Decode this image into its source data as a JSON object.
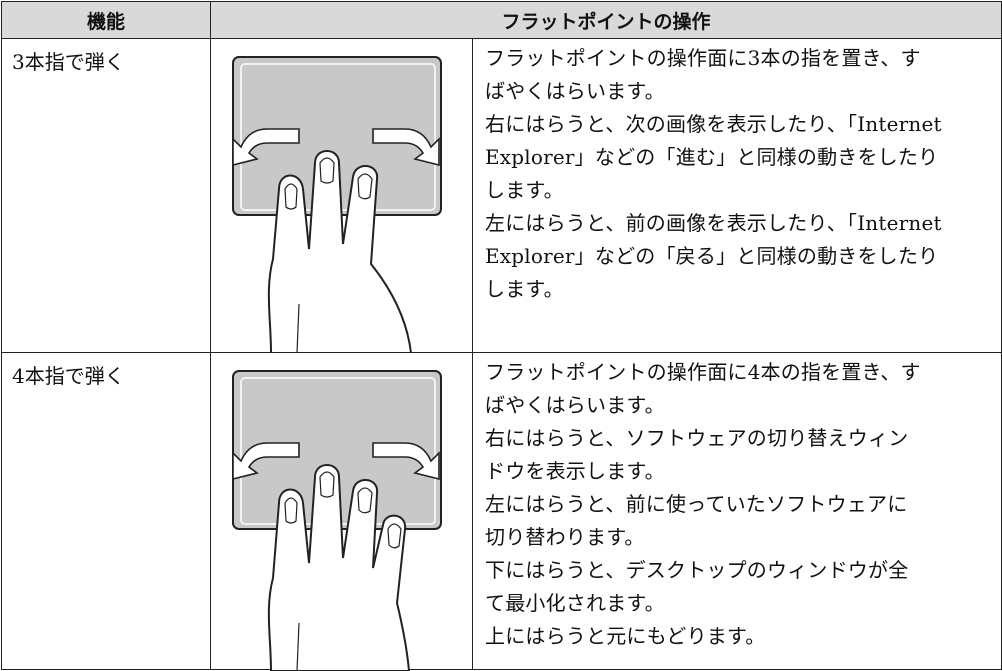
{
  "header": {
    "col_function": "機能",
    "col_operation": "フラットポイントの操作"
  },
  "rows": [
    {
      "function": "3本指で弾く",
      "finger_count": 3,
      "description_lines": [
        "フラットポイントの操作面に3本の指を置き、す",
        "ばやくはらいます。",
        "右にはらうと、次の画像を表示したり、「Internet",
        "Explorer」などの「進む」と同様の動きをしたり",
        "します。",
        "左にはらうと、前の画像を表示したり、「Internet",
        "Explorer」などの「戻る」と同様の動きをしたり",
        "します。"
      ]
    },
    {
      "function": "4本指で弾く",
      "finger_count": 4,
      "description_lines": [
        "フラットポイントの操作面に4本の指を置き、す",
        "ばやくはらいます。",
        "右にはらうと、ソフトウェアの切り替えウィン",
        "ドウを表示します。",
        "左にはらうと、前に使っていたソフトウェアに",
        "切り替わります。",
        "下にはらうと、デスクトップのウィンドウが全",
        "て最小化されます。",
        "上にはらうと元にもどります。"
      ]
    }
  ],
  "colors": {
    "header_bg": "#d9d9d9",
    "touchpad_fill": "#c8c8c8",
    "border": "#222222"
  },
  "icons": [
    "touchpad-three-finger-swipe-icon",
    "touchpad-four-finger-swipe-icon"
  ]
}
